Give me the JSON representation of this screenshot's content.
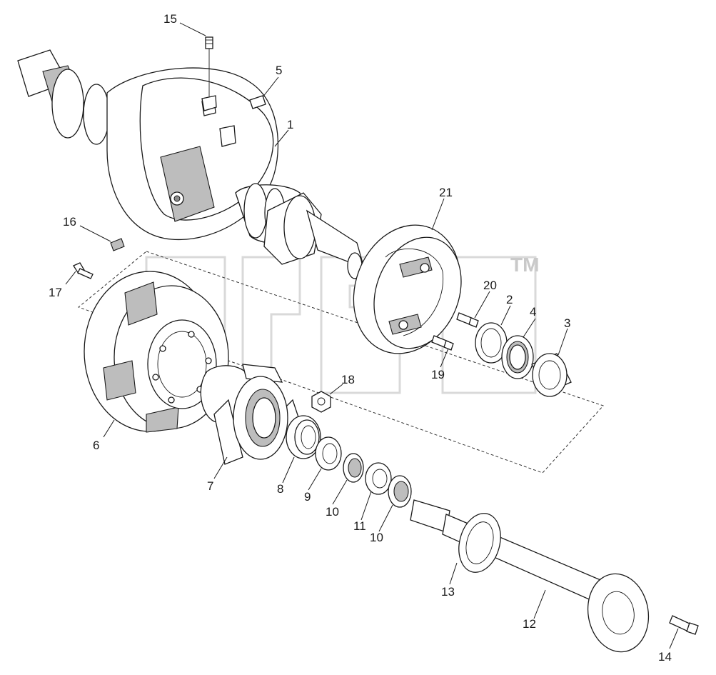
{
  "watermark": {
    "mark": "TM"
  },
  "callouts": [
    {
      "id": "c15",
      "text": "15"
    },
    {
      "id": "c5",
      "text": "5"
    },
    {
      "id": "c1",
      "text": "1"
    },
    {
      "id": "c16",
      "text": "16"
    },
    {
      "id": "c21",
      "text": "21"
    },
    {
      "id": "c17",
      "text": "17"
    },
    {
      "id": "c20",
      "text": "20"
    },
    {
      "id": "c2",
      "text": "2"
    },
    {
      "id": "c4",
      "text": "4"
    },
    {
      "id": "c3",
      "text": "3"
    },
    {
      "id": "c18",
      "text": "18"
    },
    {
      "id": "c19",
      "text": "19"
    },
    {
      "id": "c6",
      "text": "6"
    },
    {
      "id": "c7",
      "text": "7"
    },
    {
      "id": "c8",
      "text": "8"
    },
    {
      "id": "c9",
      "text": "9"
    },
    {
      "id": "c10a",
      "text": "10"
    },
    {
      "id": "c11",
      "text": "11"
    },
    {
      "id": "c10b",
      "text": "10"
    },
    {
      "id": "c13",
      "text": "13"
    },
    {
      "id": "c12",
      "text": "12"
    },
    {
      "id": "c14",
      "text": "14"
    }
  ]
}
